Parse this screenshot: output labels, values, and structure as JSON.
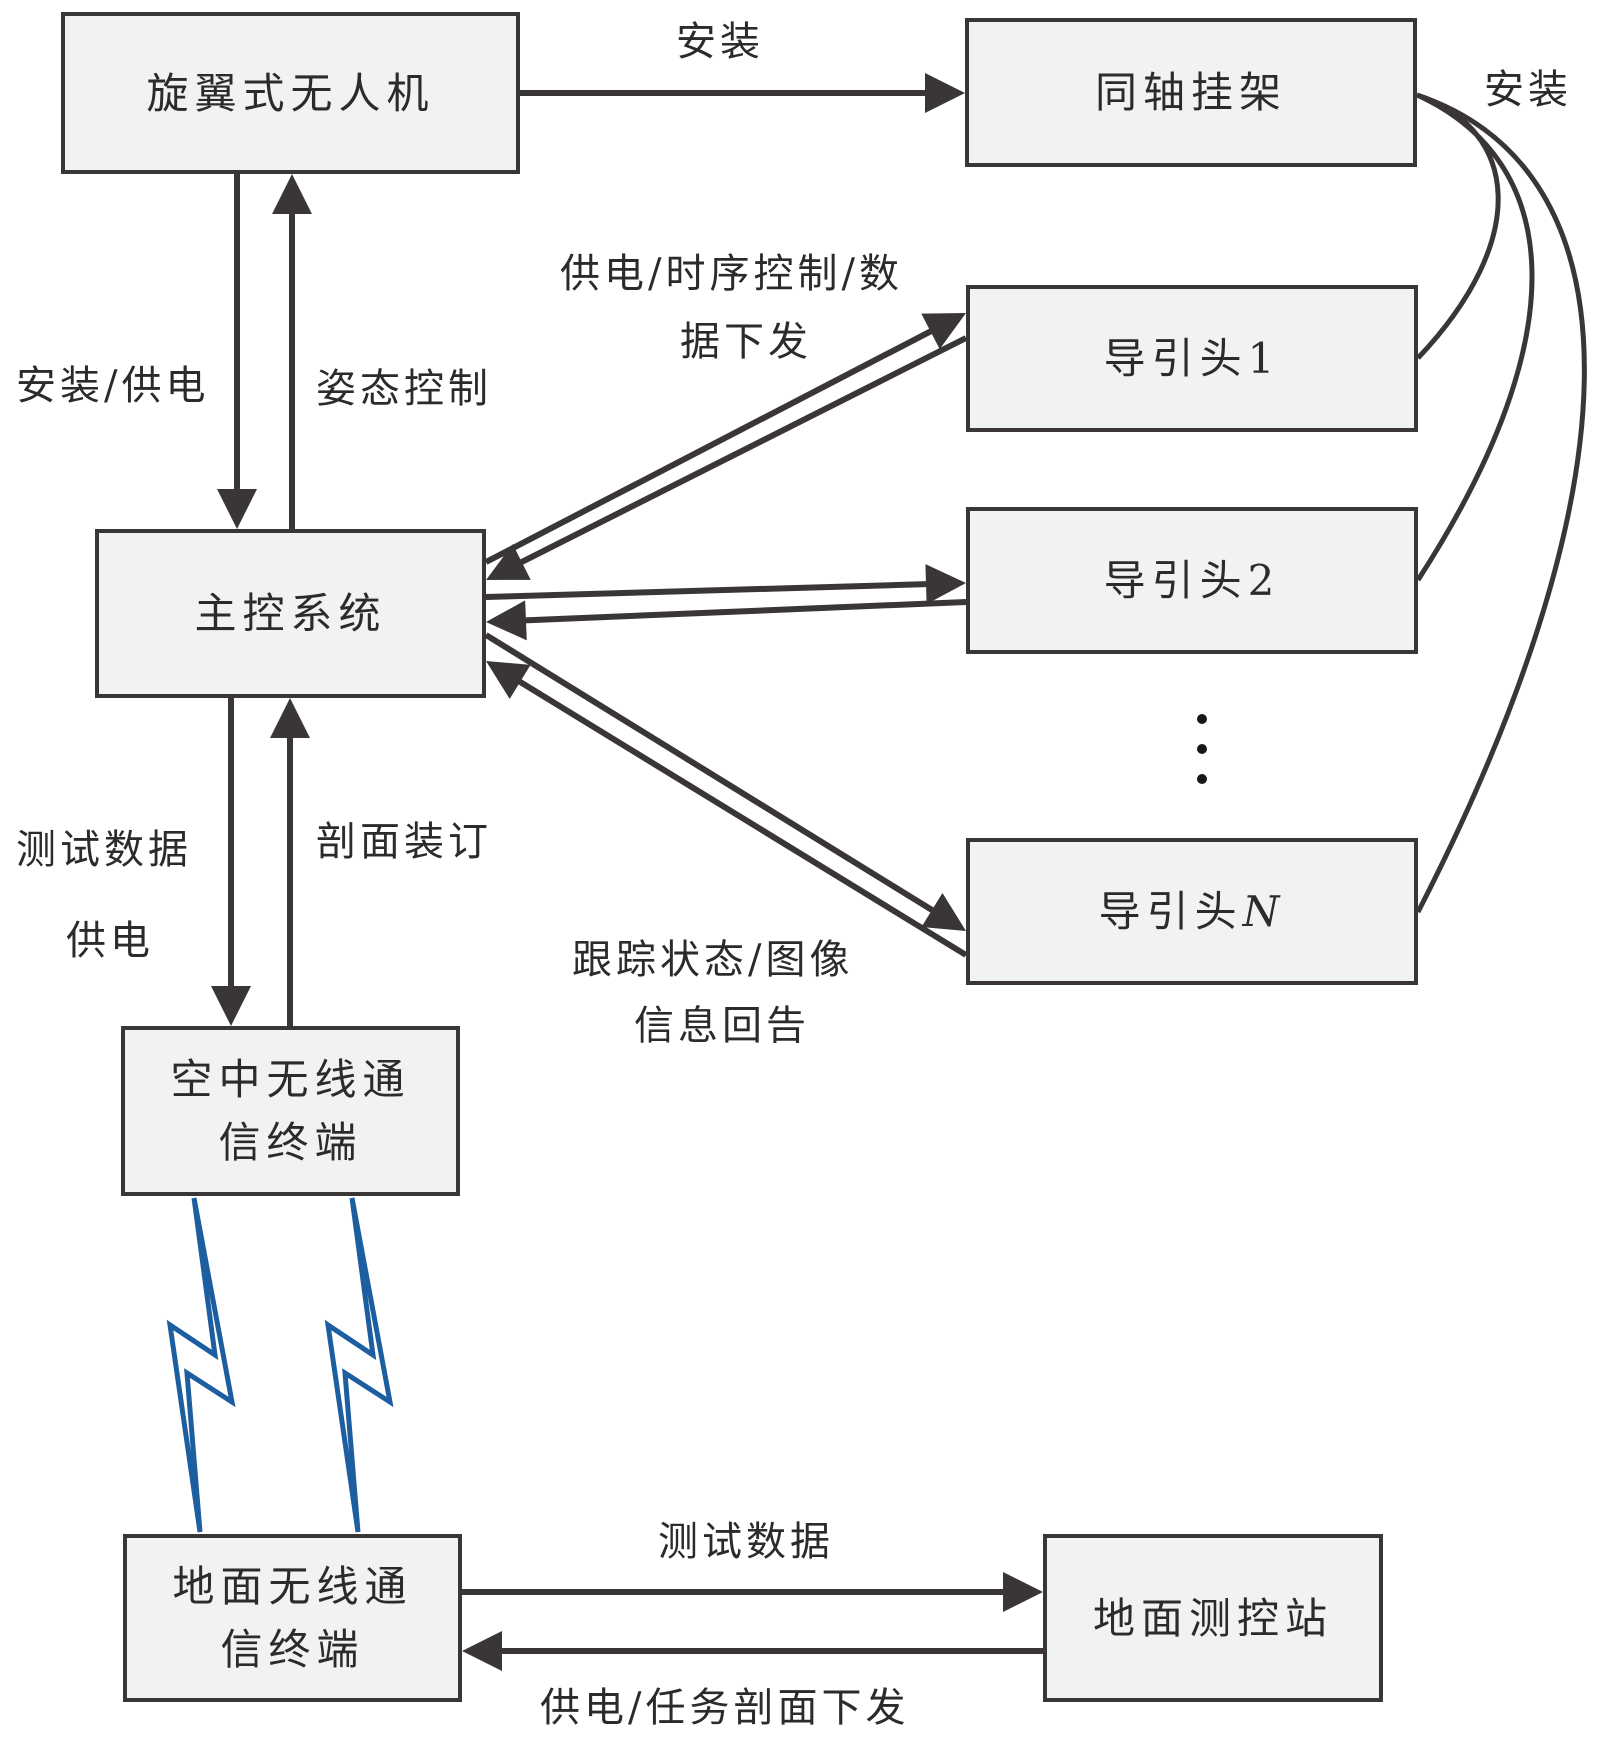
{
  "title": "系统组成与信息流框图",
  "colors": {
    "box_fill": "#f1f3f3",
    "box_border": "#3a3636",
    "arrow": "#3a3636",
    "wireless": "#1c5ea0",
    "text": "#2b2b2b"
  },
  "nodes": {
    "uav": {
      "label": "旋翼式无人机"
    },
    "mount": {
      "label": "同轴挂架"
    },
    "seeker1": {
      "label": "导引头1"
    },
    "seeker2": {
      "label": "导引头2"
    },
    "seekerN_prefix": {
      "label": "导引头"
    },
    "seekerN_suffix": {
      "label": "N"
    },
    "main_control": {
      "label": "主控系统"
    },
    "air_terminal": {
      "line1": "空中无线通",
      "line2": "信终端"
    },
    "ground_terminal": {
      "line1": "地面无线通",
      "line2": "信终端"
    },
    "ground_station": {
      "label": "地面测控站"
    }
  },
  "edges": {
    "uav_to_mount": "安装",
    "mount_to_seekers": "安装",
    "uav_to_main": "安装/供电",
    "main_to_uav": "姿态控制",
    "main_to_seekers_line1": "供电/时序控制/数",
    "main_to_seekers_line2": "据下发",
    "seekers_to_main_line1": "跟踪状态/图像",
    "seekers_to_main_line2": "信息回告",
    "main_to_air_line1": "测试数据",
    "main_to_air_line2": "供电",
    "air_to_main": "剖面装订",
    "ground_terminal_to_station": "测试数据",
    "station_to_ground_terminal": "供电/任务剖面下发"
  },
  "ellipsis_icon": "vertical-ellipsis",
  "wireless_icon": "lightning-bolt"
}
